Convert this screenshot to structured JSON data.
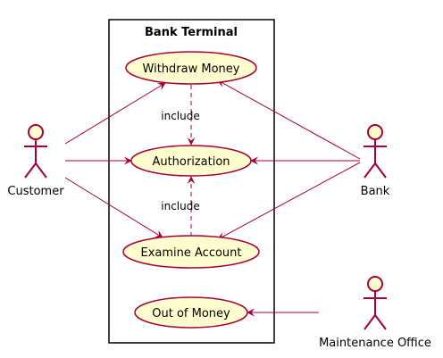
{
  "system": {
    "title": "Bank Terminal"
  },
  "use_cases": {
    "withdraw": "Withdraw Money",
    "authorization": "Authorization",
    "examine": "Examine Account",
    "out_of_money": "Out of Money"
  },
  "actors": {
    "customer": "Customer",
    "bank": "Bank",
    "maintenance": "Maintenance Office"
  },
  "relations": {
    "include_withdraw": "include",
    "include_examine": "include"
  },
  "colors": {
    "usecase_fill": "#FEFECE",
    "actor_stroke": "#A80036",
    "line": "#A80036",
    "border": "#000000"
  }
}
